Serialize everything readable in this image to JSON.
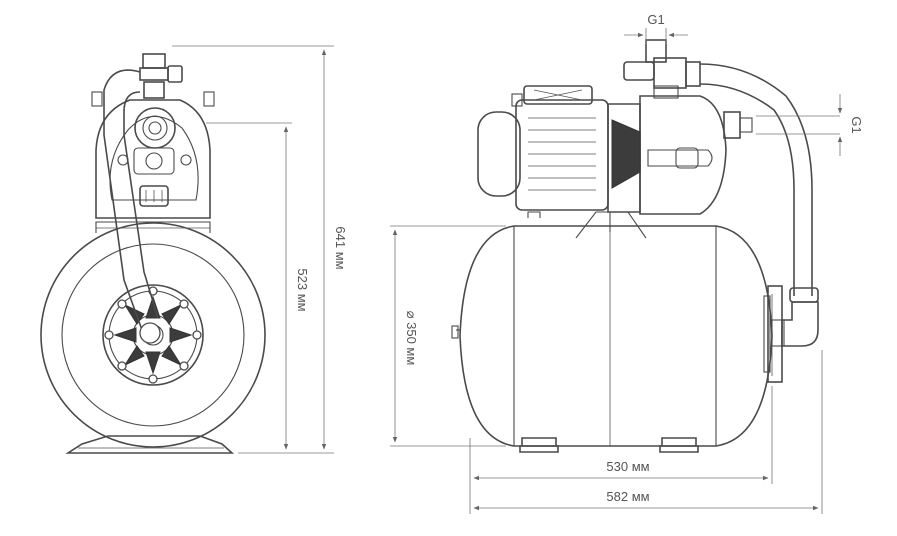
{
  "dimensions": {
    "height_total": "641 мм",
    "height_pump": "523 мм",
    "tank_diameter": "⌀ 350 мм",
    "tank_length": "530 мм",
    "overall_length": "582 мм",
    "inlet_thread": "G1",
    "outlet_thread": "G1"
  }
}
